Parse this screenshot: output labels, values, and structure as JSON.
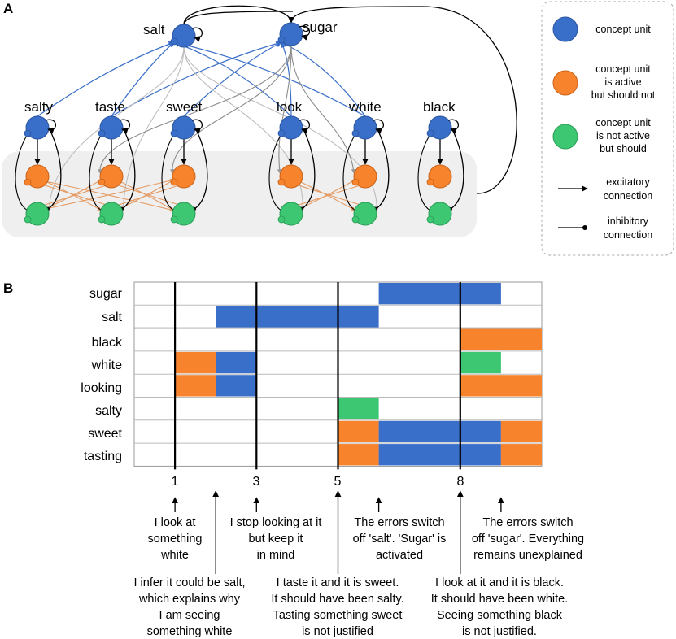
{
  "panels": {
    "a": "A",
    "b": "B"
  },
  "colors": {
    "blue": "#3a6fc9",
    "orange": "#f7832c",
    "green": "#3ec772",
    "grey_band": "#efefef",
    "edge_orange": "#e59a63",
    "edge_grey": "#bdbdbd",
    "edge_blue": "#3a6fc9"
  },
  "top_concepts": [
    {
      "key": "salt",
      "label": "salt"
    },
    {
      "key": "sugar",
      "label": "sugar"
    }
  ],
  "concepts": [
    {
      "key": "salty",
      "label": "salty"
    },
    {
      "key": "taste",
      "label": "taste"
    },
    {
      "key": "sweet",
      "label": "sweet"
    },
    {
      "key": "look",
      "label": "look"
    },
    {
      "key": "white",
      "label": "white"
    },
    {
      "key": "black",
      "label": "black"
    }
  ],
  "legend": {
    "concept_unit": "concept unit",
    "active_not": [
      "concept unit",
      "is active",
      "but should not"
    ],
    "not_active": [
      "concept unit",
      "is not  active",
      "but should"
    ],
    "excitatory": [
      "excitatory",
      "connection"
    ],
    "inhibitory": [
      "inhibitory",
      "connection"
    ]
  },
  "timeline": {
    "rows": [
      "sugar",
      "salt",
      "black",
      "white",
      "looking",
      "salty",
      "sweet",
      "tasting"
    ],
    "ticks": [
      {
        "t": 1,
        "label": "1"
      },
      {
        "t": 3,
        "label": "3"
      },
      {
        "t": 5,
        "label": "5"
      },
      {
        "t": 8,
        "label": "8"
      }
    ],
    "t_range": [
      0,
      10
    ],
    "blocks": [
      {
        "row": "sugar",
        "start": 6,
        "end": 9,
        "state": "concept"
      },
      {
        "row": "salt",
        "start": 2,
        "end": 6,
        "state": "concept"
      },
      {
        "row": "black",
        "start": 8,
        "end": 10,
        "state": "active_not"
      },
      {
        "row": "white",
        "start": 1,
        "end": 2,
        "state": "active_not"
      },
      {
        "row": "white",
        "start": 2,
        "end": 3,
        "state": "concept"
      },
      {
        "row": "white",
        "start": 8,
        "end": 9,
        "state": "not_active"
      },
      {
        "row": "looking",
        "start": 1,
        "end": 2,
        "state": "active_not"
      },
      {
        "row": "looking",
        "start": 2,
        "end": 3,
        "state": "concept"
      },
      {
        "row": "looking",
        "start": 8,
        "end": 10,
        "state": "active_not"
      },
      {
        "row": "salty",
        "start": 5,
        "end": 6,
        "state": "not_active"
      },
      {
        "row": "sweet",
        "start": 5,
        "end": 6,
        "state": "active_not"
      },
      {
        "row": "sweet",
        "start": 6,
        "end": 9,
        "state": "concept"
      },
      {
        "row": "sweet",
        "start": 9,
        "end": 10,
        "state": "active_not"
      },
      {
        "row": "tasting",
        "start": 5,
        "end": 6,
        "state": "active_not"
      },
      {
        "row": "tasting",
        "start": 6,
        "end": 9,
        "state": "concept"
      },
      {
        "row": "tasting",
        "start": 9,
        "end": 10,
        "state": "active_not"
      }
    ]
  },
  "annotations": {
    "upper": [
      {
        "t": 1,
        "lines": [
          "I look at",
          "something",
          "white"
        ]
      },
      {
        "t": 3,
        "lines": [
          "I stop looking at it",
          "but keep it",
          "in mind"
        ]
      },
      {
        "t": 6,
        "lines": [
          "The errors switch",
          "off 'salt'. 'Sugar' is",
          "activated"
        ]
      },
      {
        "t": 9,
        "lines": [
          "The errors switch",
          "off 'sugar'. Everything",
          "remains unexplained"
        ]
      }
    ],
    "lower": [
      {
        "t": 2,
        "lines": [
          "I infer it could be salt,",
          "which explains why",
          "I am seeing",
          "something white"
        ]
      },
      {
        "t": 5,
        "lines": [
          "I taste it and it is sweet.",
          "It should have been salty.",
          "Tasting something sweet",
          "is not justified"
        ]
      },
      {
        "t": 8,
        "lines": [
          "I look at it and it is black.",
          "It should have been white.",
          "Seeing something black",
          "is not justified."
        ]
      }
    ]
  }
}
